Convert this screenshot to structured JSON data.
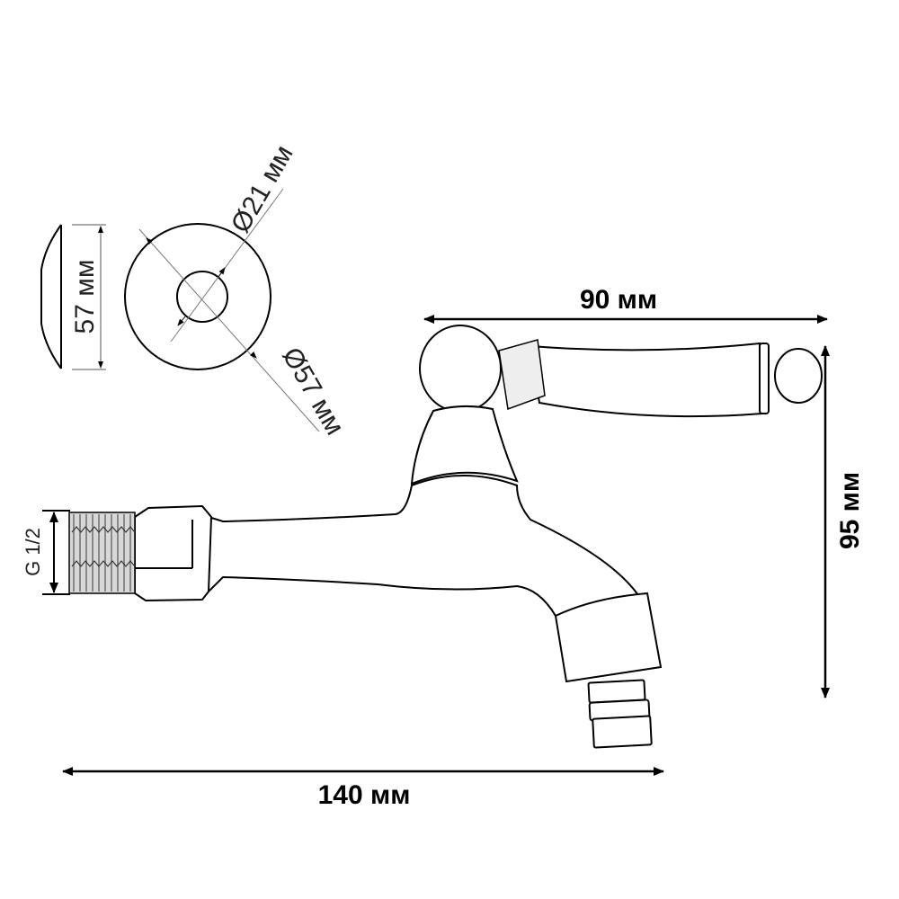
{
  "dimensions": {
    "handle_width": "90 мм",
    "height": "95 мм",
    "length": "140 мм",
    "thread": "G 1/2",
    "rosette_profile_height": "57 мм",
    "rosette_inner_diameter": "Ø21 мм",
    "rosette_outer_diameter": "Ø57 мм"
  },
  "colors": {
    "line": "#000000",
    "thread_fill": "#c8c8c8"
  }
}
